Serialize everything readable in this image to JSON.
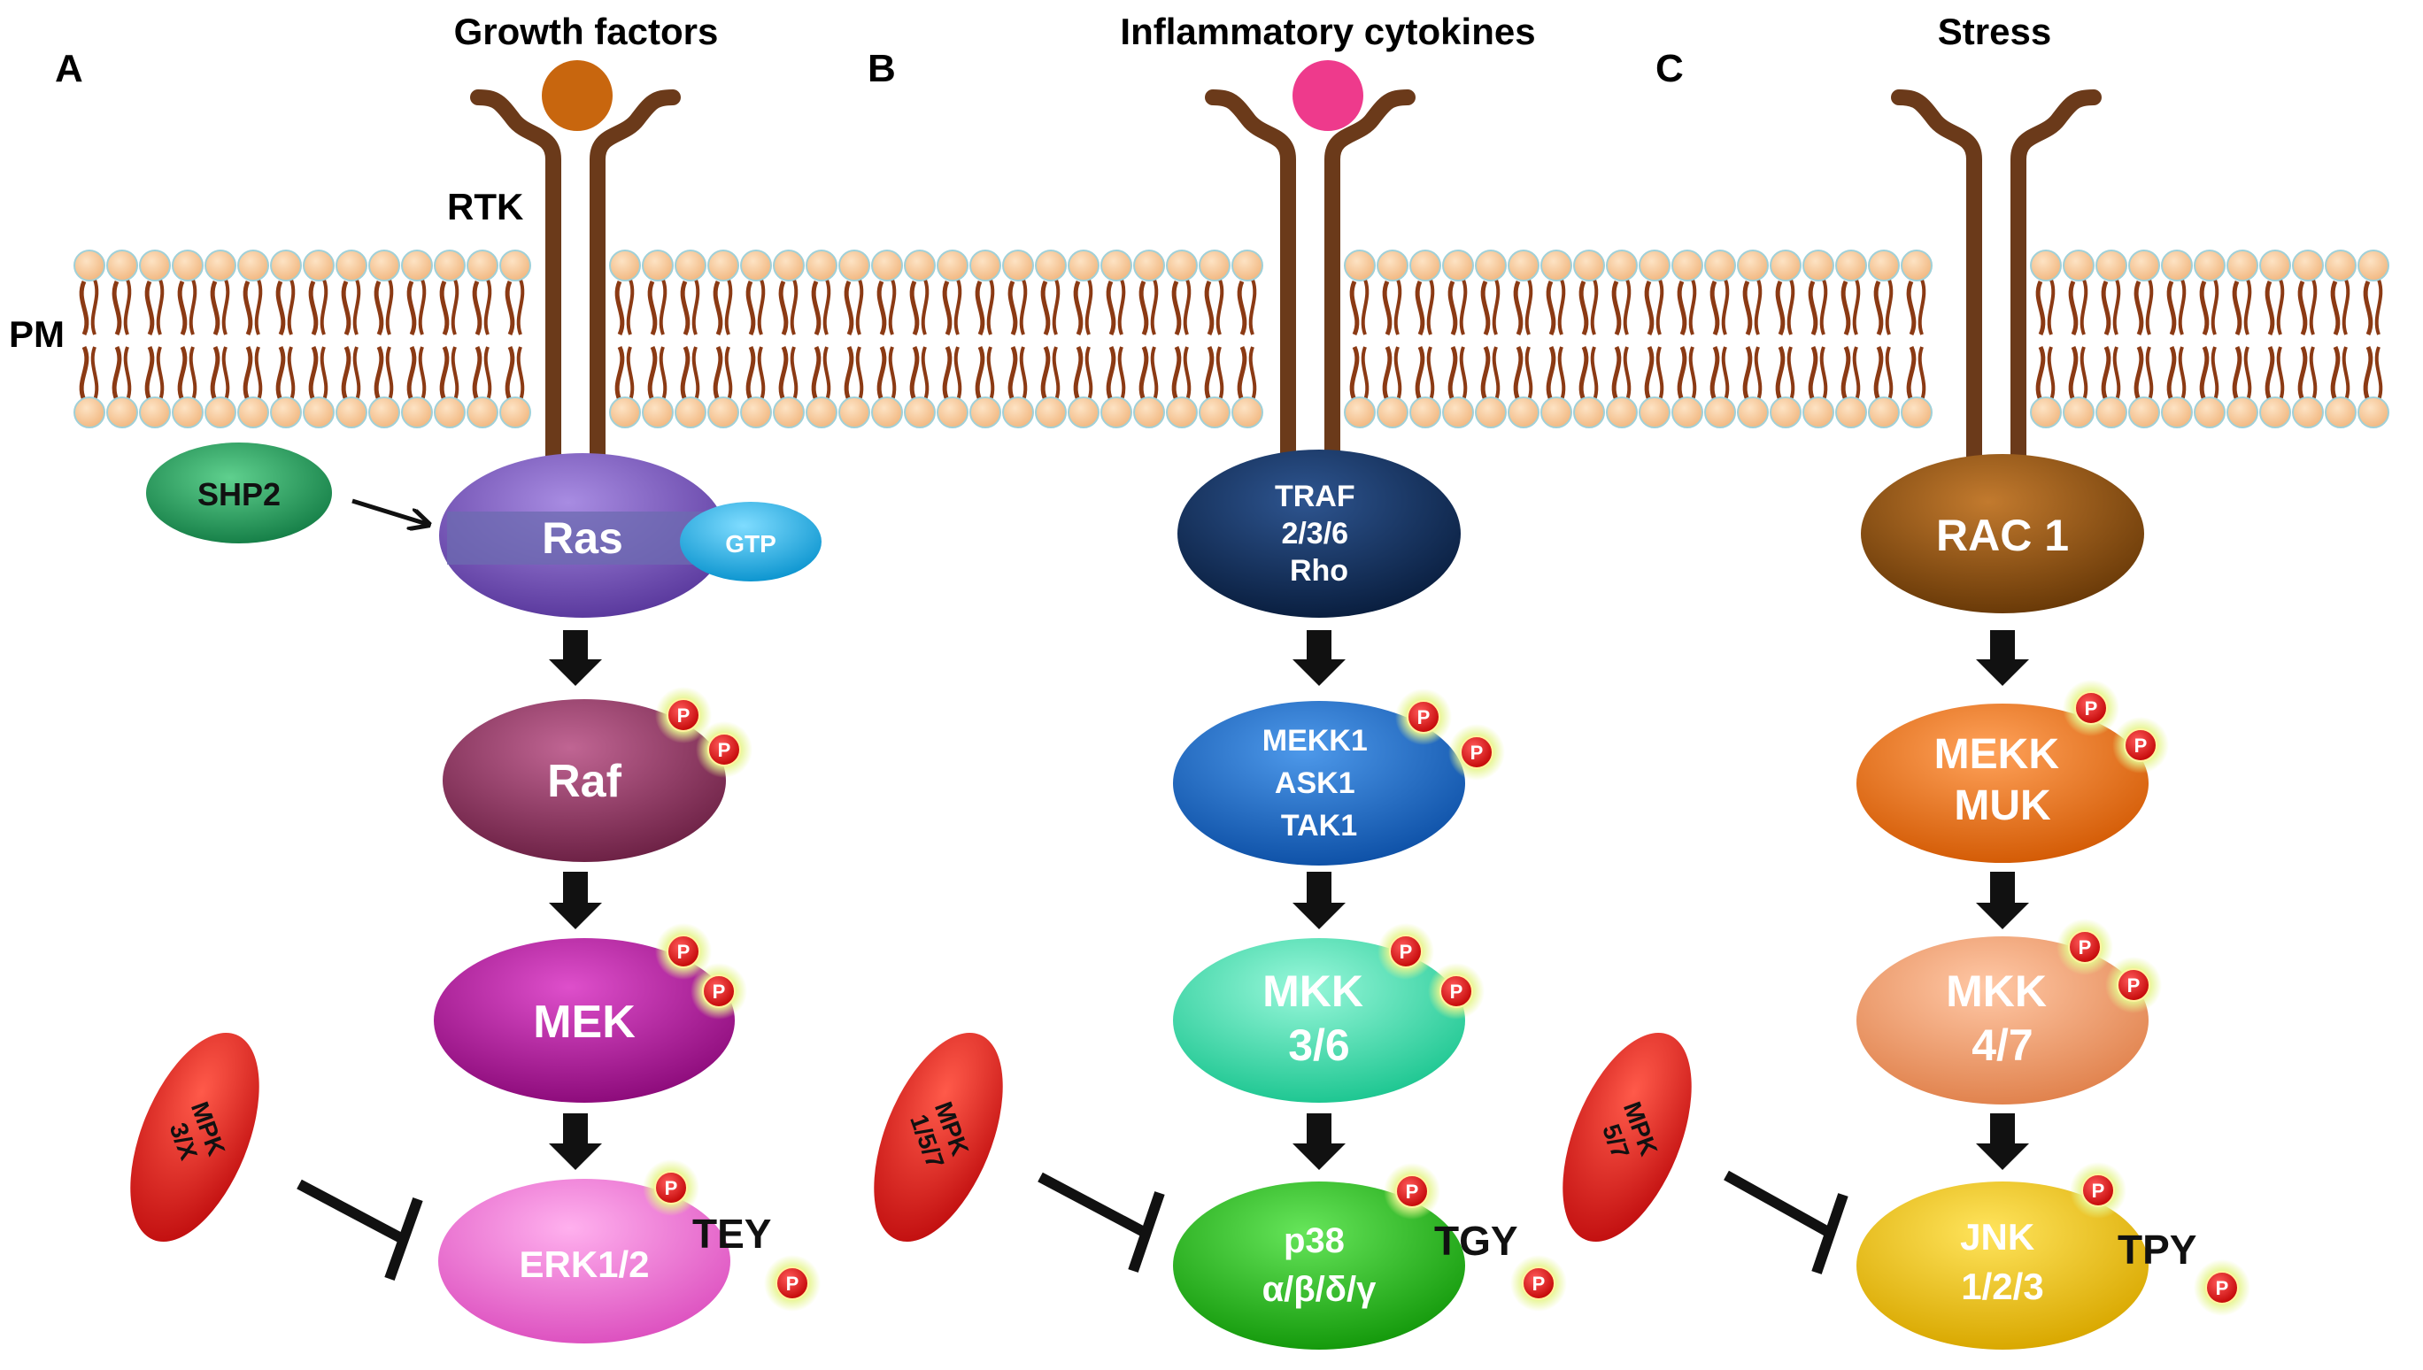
{
  "panels": {
    "a": {
      "letter": "A",
      "stimulus": "Growth factors",
      "receptor": "RTK",
      "membrane": "PM",
      "adaptor": "SHP2",
      "small_gtpase": "Ras",
      "gtp": "GTP",
      "mapkkk": "Raf",
      "mapkk": "MEK",
      "mapk": "ERK1/2",
      "motif": "TEY",
      "phosphatase": [
        "MPK",
        "3/X"
      ]
    },
    "b": {
      "letter": "B",
      "stimulus": "Inflammatory cytokines",
      "upstream": [
        "TRAF",
        "2/3/6",
        "Rho"
      ],
      "mapkkk": [
        "MEKK1",
        "ASK1",
        "TAK1"
      ],
      "mapkk": [
        "MKK",
        "3/6"
      ],
      "mapk": [
        "p38",
        "α/β/δ/γ"
      ],
      "motif": "TGY",
      "phosphatase": [
        "MPK",
        "1/5/7"
      ]
    },
    "c": {
      "letter": "C",
      "stimulus": "Stress",
      "upstream": "RAC 1",
      "mapkkk": [
        "MEKK",
        "MUK"
      ],
      "mapkk": [
        "MKK",
        "4/7"
      ],
      "mapk": [
        "JNK",
        "1/2/3"
      ],
      "motif": "TPY",
      "phosphatase": [
        "MPK",
        "5/7"
      ]
    }
  },
  "phospho_label": "P",
  "colors": {
    "lipid_head": "#f7c99a",
    "lipid_tail": "#8b3a14",
    "receptor": "#6b3a1a",
    "ligand_a": "#c8660e",
    "ligand_b": "#ee3a8c",
    "shp2": "#1f9a5a",
    "ras": "#7b5bbf",
    "gtp": "#2ab6ea",
    "raf": "#8e3a63",
    "mek": "#b2189e",
    "erk": "#f07ad8",
    "traf": "#102e5c",
    "mekk1": "#1b6fd0",
    "mkk36": "#3ee0b0",
    "p38": "#2bbf1e",
    "rac1": "#8a5212",
    "mekk": "#f07514",
    "mkk47": "#f3a173",
    "jnk": "#f1c616",
    "mpk": "#e0191a",
    "phospho": "#e01818",
    "phospho_glow": "#d8f07a"
  }
}
